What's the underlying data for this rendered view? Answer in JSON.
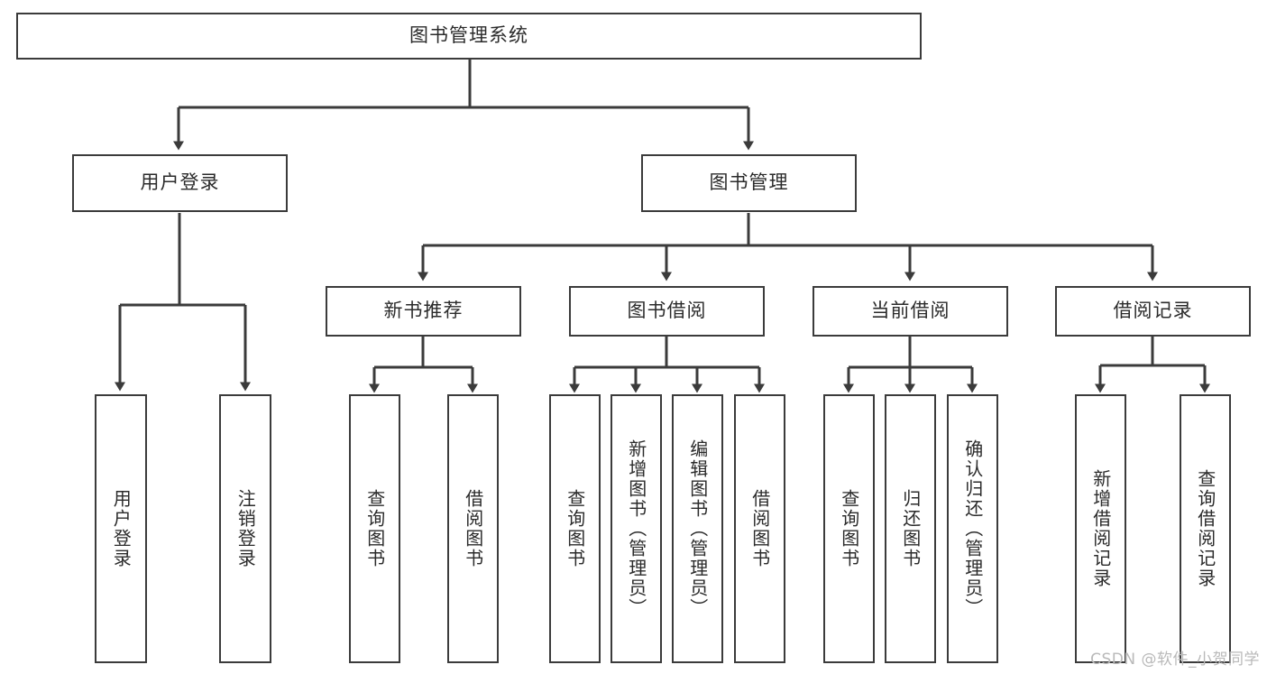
{
  "diagram": {
    "title": "图书管理系统",
    "type": "tree-hierarchy",
    "colors": {
      "stroke": "#3b3b3b",
      "fill": "#ffffff",
      "text": "#2b2b2b",
      "watermark": "#b9b9b9"
    },
    "root": {
      "label": "图书管理系统"
    },
    "level1": [
      {
        "label": "用户登录"
      },
      {
        "label": "图书管理"
      }
    ],
    "level2": [
      {
        "label": "新书推荐"
      },
      {
        "label": "图书借阅"
      },
      {
        "label": "当前借阅"
      },
      {
        "label": "借阅记录"
      }
    ],
    "leaves": {
      "user_login": [
        {
          "label": "用户登录"
        },
        {
          "label": "注销登录"
        }
      ],
      "new_book": [
        {
          "label": "查询图书"
        },
        {
          "label": "借阅图书"
        }
      ],
      "book_borrow": [
        {
          "label": "查询图书"
        },
        {
          "label": "新增图书（管理员）"
        },
        {
          "label": "编辑图书（管理员）"
        },
        {
          "label": "借阅图书"
        }
      ],
      "current_borrow": [
        {
          "label": "查询图书"
        },
        {
          "label": "归还图书"
        },
        {
          "label": "确认归还（管理员）"
        }
      ],
      "borrow_record": [
        {
          "label": "新增借阅记录"
        },
        {
          "label": "查询借阅记录"
        }
      ]
    },
    "watermark": "CSDN @软件_小贺同学"
  }
}
